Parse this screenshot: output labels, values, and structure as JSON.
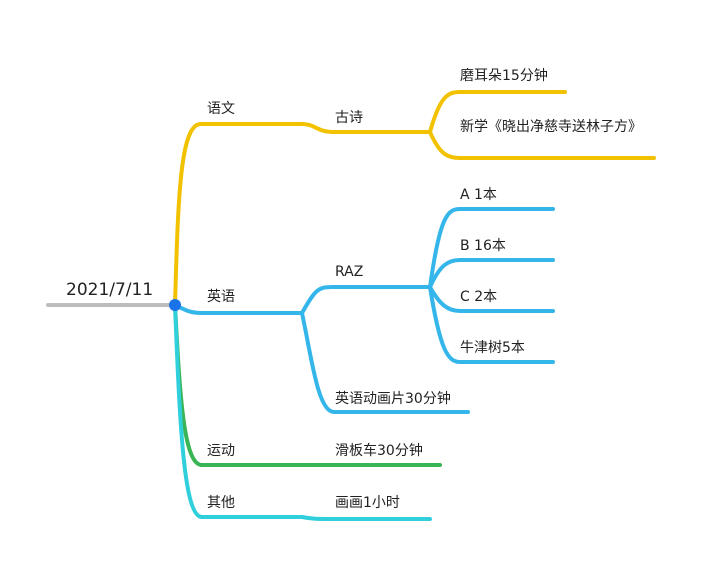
{
  "root": {
    "label": "2021/7/11"
  },
  "colors": {
    "root_line": "#bdbdbd",
    "root_dot": "#1a73e8",
    "chinese": "#f2c200",
    "english": "#35b6ea",
    "sport": "#3ab556",
    "other": "#2fd0dc"
  },
  "branches": {
    "chinese": {
      "label": "语文",
      "poetry": {
        "label": "古诗",
        "items": [
          "磨耳朵15分钟",
          "新学《晓出净慈寺送林子方》"
        ]
      }
    },
    "english": {
      "label": "英语",
      "raz": {
        "label": "RAZ",
        "items": [
          "A 1本",
          "B 16本",
          "C 2本",
          "牛津树5本"
        ]
      },
      "cartoon": {
        "label": "英语动画片30分钟"
      }
    },
    "sport": {
      "label": "运动",
      "item": {
        "label": "滑板车30分钟"
      }
    },
    "other": {
      "label": "其他",
      "item": {
        "label": "画画1小时"
      }
    }
  }
}
